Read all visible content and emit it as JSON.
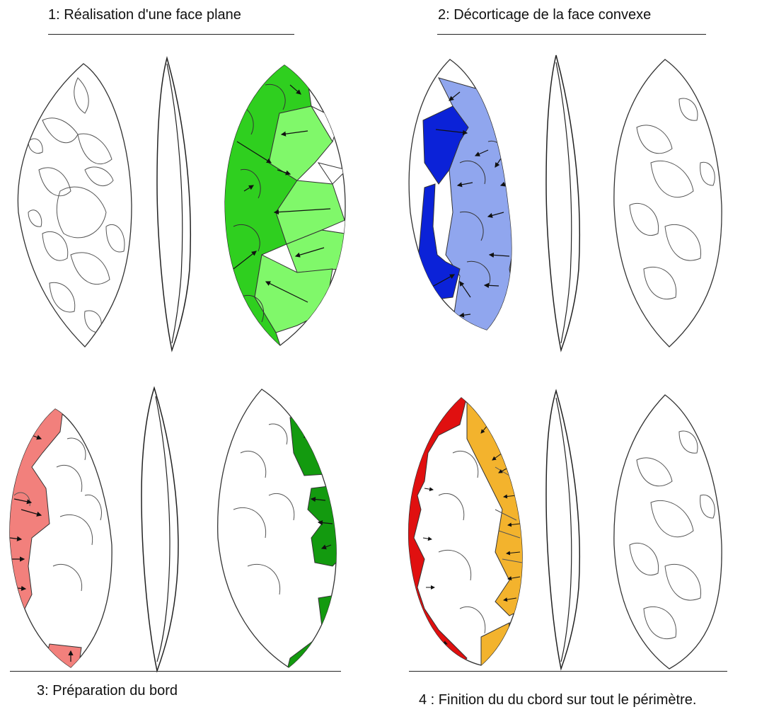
{
  "steps": [
    {
      "id": "step1",
      "caption": "1: Réalisation d'une face plane",
      "colors": {
        "dark": "#2fcf1f",
        "light": "#80f86a"
      }
    },
    {
      "id": "step2",
      "caption": "2: Décorticage de la face convexe",
      "colors": {
        "dark": "#0b22d8",
        "light": "#90a6ee"
      }
    },
    {
      "id": "step3",
      "caption": "3: Préparation du bord",
      "colors": {
        "left": "#f2807c",
        "right": "#139a0f"
      }
    },
    {
      "id": "step4",
      "caption": "4 : Finition du du cbord sur tout le périmètre.",
      "colors": {
        "left": "#e01010",
        "right": "#f3b32d"
      }
    }
  ]
}
